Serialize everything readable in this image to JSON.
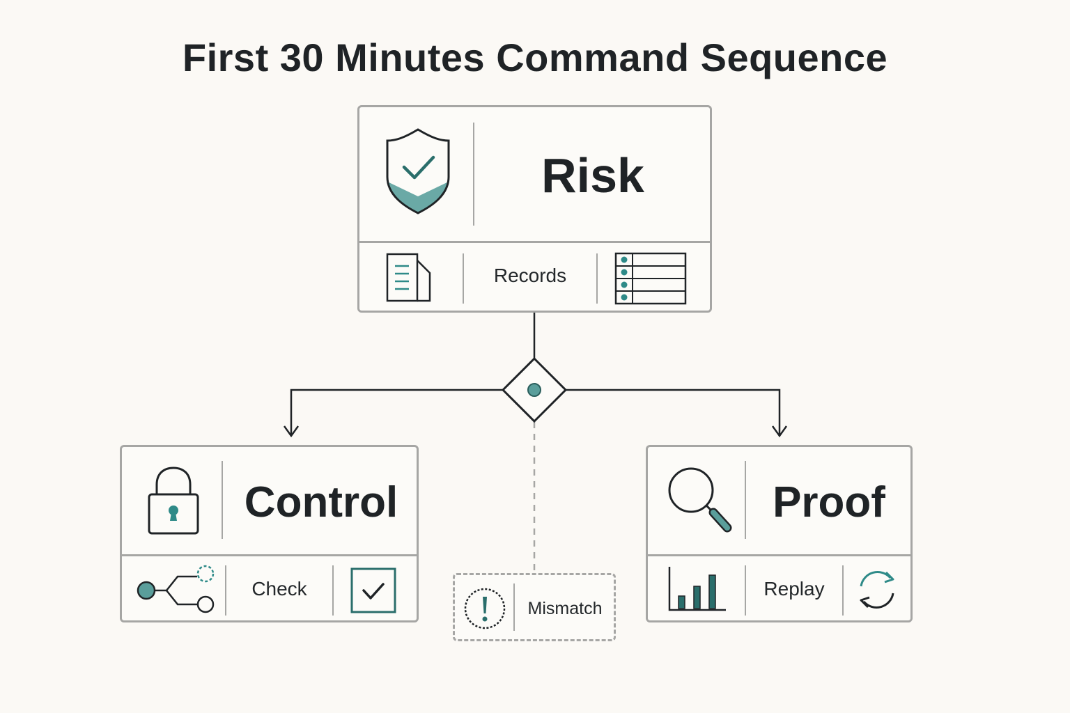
{
  "title": "First 30 Minutes Command Sequence",
  "accent_color": "#2e8a88",
  "accent_fill": "#6aa9a6",
  "stroke_color": "#1f2326",
  "border_color": "#a6a6a4",
  "nodes": {
    "risk": {
      "label": "Risk",
      "icon": "shield-check-icon",
      "sub_label": "Records",
      "sub_left_icon": "document-icon",
      "sub_right_icon": "table-list-icon"
    },
    "control": {
      "label": "Control",
      "icon": "padlock-icon",
      "sub_label": "Check",
      "sub_left_icon": "branch-nodes-icon",
      "sub_right_icon": "checkbox-icon"
    },
    "proof": {
      "label": "Proof",
      "icon": "magnifier-icon",
      "sub_label": "Replay",
      "sub_left_icon": "bar-chart-icon",
      "sub_right_icon": "refresh-icon"
    },
    "mismatch": {
      "label": "Mismatch",
      "icon": "warning-circle-icon"
    }
  },
  "decision": {
    "icon": "decision-diamond-icon"
  }
}
